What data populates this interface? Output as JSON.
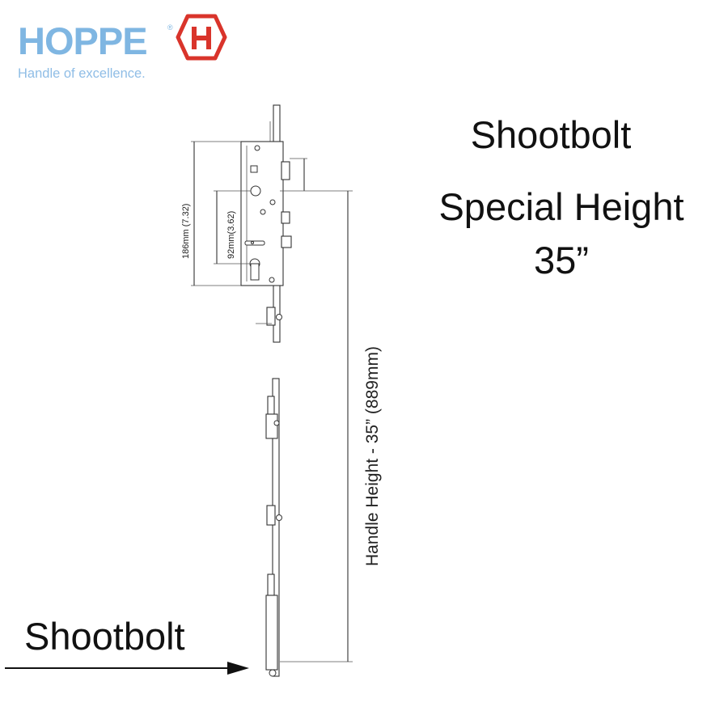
{
  "logo": {
    "wordmark": "HOPPE",
    "registered": "®",
    "tagline": "Handle of excellence.",
    "wordmark_color": "#7fb6e2",
    "tagline_color": "#8fbde6",
    "emblem_color": "#d9342b",
    "emblem_icon": "hexagon-h-icon"
  },
  "headline": {
    "line1": "Shootbolt",
    "line2": "Special Height",
    "line3": "35”"
  },
  "callout": {
    "label": "Shootbolt",
    "arrow_icon": "arrow-right-icon"
  },
  "dimensions": {
    "case_height": "186mm (7.32)",
    "centres": "92mm(3.62)",
    "handle_height": "Handle Height - 35” (889mm)"
  },
  "colors": {
    "text": "#111111",
    "line": "#333333"
  }
}
